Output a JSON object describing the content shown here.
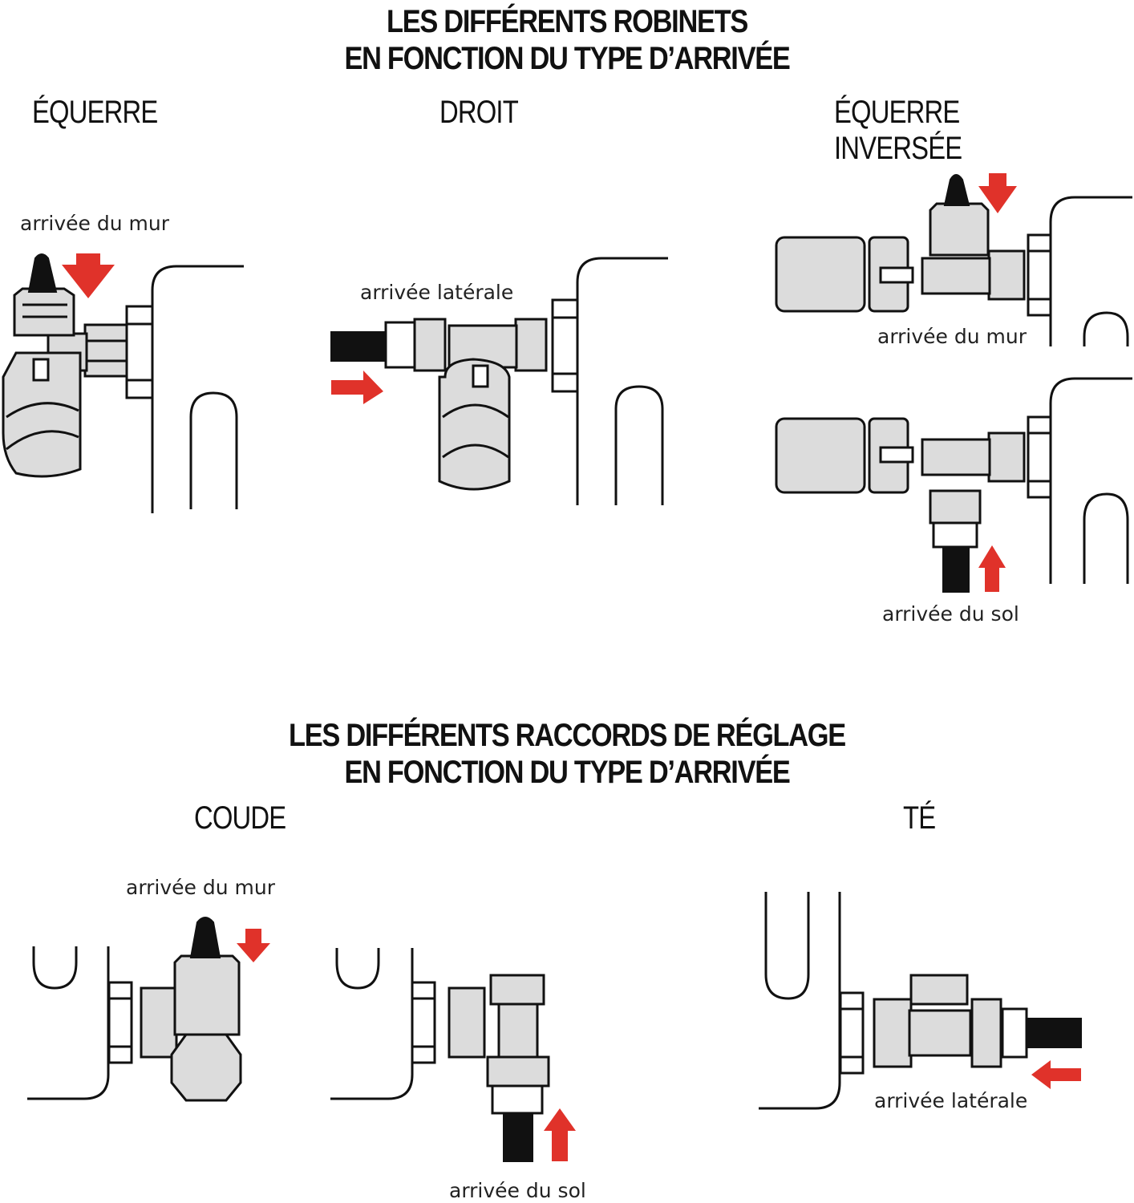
{
  "section1": {
    "title_line1": "LES DIFFÉRENTS ROBINETS",
    "title_line2": "EN FONCTION DU TYPE D’ARRIVÉE",
    "types": [
      {
        "heading": "ÉQUERRE",
        "labels": [
          "arrivée du mur"
        ]
      },
      {
        "heading": "DROIT",
        "labels": [
          "arrivée latérale"
        ]
      },
      {
        "heading": "ÉQUERRE INVERSÉE",
        "labels": [
          "arrivée du mur",
          "arrivée du sol"
        ]
      }
    ]
  },
  "section2": {
    "title_line1": "LES DIFFÉRENTS RACCORDS DE RÉGLAGE",
    "title_line2": "EN FONCTION DU TYPE D’ARRIVÉE",
    "types": [
      {
        "heading": "COUDE",
        "labels": [
          "arrivée du mur",
          "arrivée du sol"
        ]
      },
      {
        "heading": "TÉ",
        "labels": [
          "arrivée latérale"
        ]
      }
    ]
  },
  "colors": {
    "arrow": "#e0322a",
    "metal": "#dcdcdc",
    "pipe": "#111111"
  }
}
